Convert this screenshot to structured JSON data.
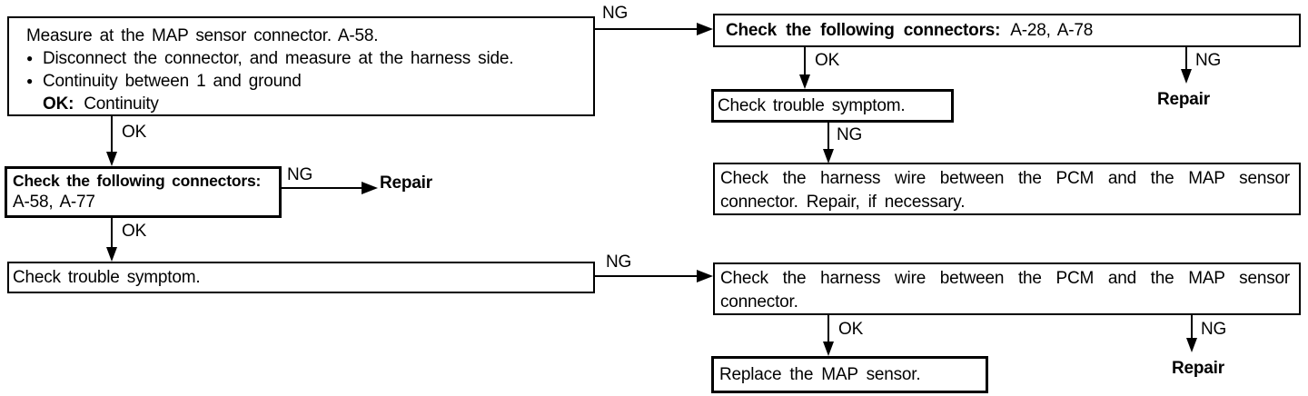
{
  "flowchart": {
    "boxes": {
      "measure": {
        "line1": "Measure at the MAP sensor connector. A-58.",
        "bullet_glyph": "●",
        "bullet1": "Disconnect the connector, and measure at the harness side.",
        "bullet2": "Continuity between 1 and ground",
        "ok_label": "OK:",
        "ok_value": "Continuity"
      },
      "connectors_left": {
        "title": "Check the following connectors:",
        "detail": "A-58, A-77"
      },
      "symptom_left": {
        "text": "Check trouble symptom."
      },
      "connectors_right": {
        "title": "Check the following connectors:",
        "detail": "A-28, A-78"
      },
      "symptom_right": {
        "text": "Check trouble symptom."
      },
      "harness_repair": {
        "text": "Check the harness wire between the PCM and the MAP sensor connector. Repair, if necessary."
      },
      "harness": {
        "text": "Check the harness wire between the PCM and the MAP sensor connector."
      },
      "replace": {
        "text": "Replace the MAP sensor."
      }
    },
    "edge_labels": {
      "ng": "NG",
      "ok": "OK"
    },
    "terminals": {
      "repair": "Repair"
    },
    "colors": {
      "line": "#000000",
      "background": "#ffffff"
    }
  }
}
